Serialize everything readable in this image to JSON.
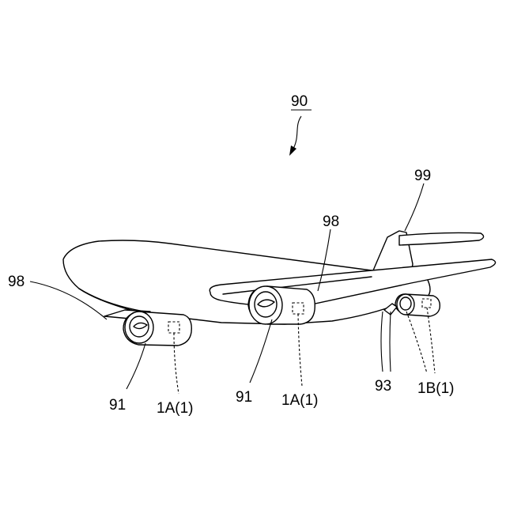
{
  "figure": {
    "main_ref": "90",
    "labels": {
      "tail": "99",
      "wing_top": "98",
      "wing_left": "98",
      "engine_left": "91",
      "engine_mid": "91",
      "sensor_left": "1A(1)",
      "sensor_mid": "1A(1)",
      "part_right": "93",
      "sensor_right": "1B(1)"
    }
  }
}
